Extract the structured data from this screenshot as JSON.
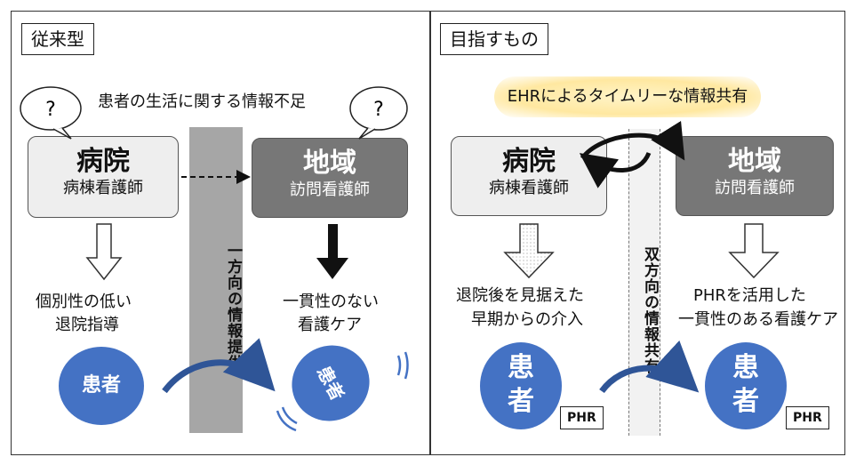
{
  "left": {
    "title": "従来型",
    "caption": "患者の生活に関する情報不足",
    "question_mark": "?",
    "hospital": {
      "name": "病院",
      "role": "病棟看護師"
    },
    "community": {
      "name": "地域",
      "role": "訪問看護師"
    },
    "one_way_bar": "一方向の情報提供",
    "hospital_outcome": [
      "個別性の低い",
      "退院指導"
    ],
    "community_outcome": [
      "一貫性のない",
      "看護ケア"
    ],
    "patient": "患者"
  },
  "right": {
    "title": "目指すもの",
    "ehr_caption": "EHRによるタイムリーな情報共有",
    "hospital": {
      "name": "病院",
      "role": "病棟看護師"
    },
    "community": {
      "name": "地域",
      "role": "訪問看護師"
    },
    "two_way_bar": "双方向の情報共有",
    "hospital_outcome": [
      "退院後を見据えた",
      "早期からの介入"
    ],
    "community_outcome": [
      "PHRを活用した",
      "一貫性のある看護ケア"
    ],
    "patient_chars": [
      "患",
      "者"
    ],
    "phr_label": "PHR"
  },
  "colors": {
    "patient_blue": "#4472c4",
    "dark_box": "#777777",
    "light_box": "#eeeeee",
    "bar_gray": "#a6a6a6"
  }
}
